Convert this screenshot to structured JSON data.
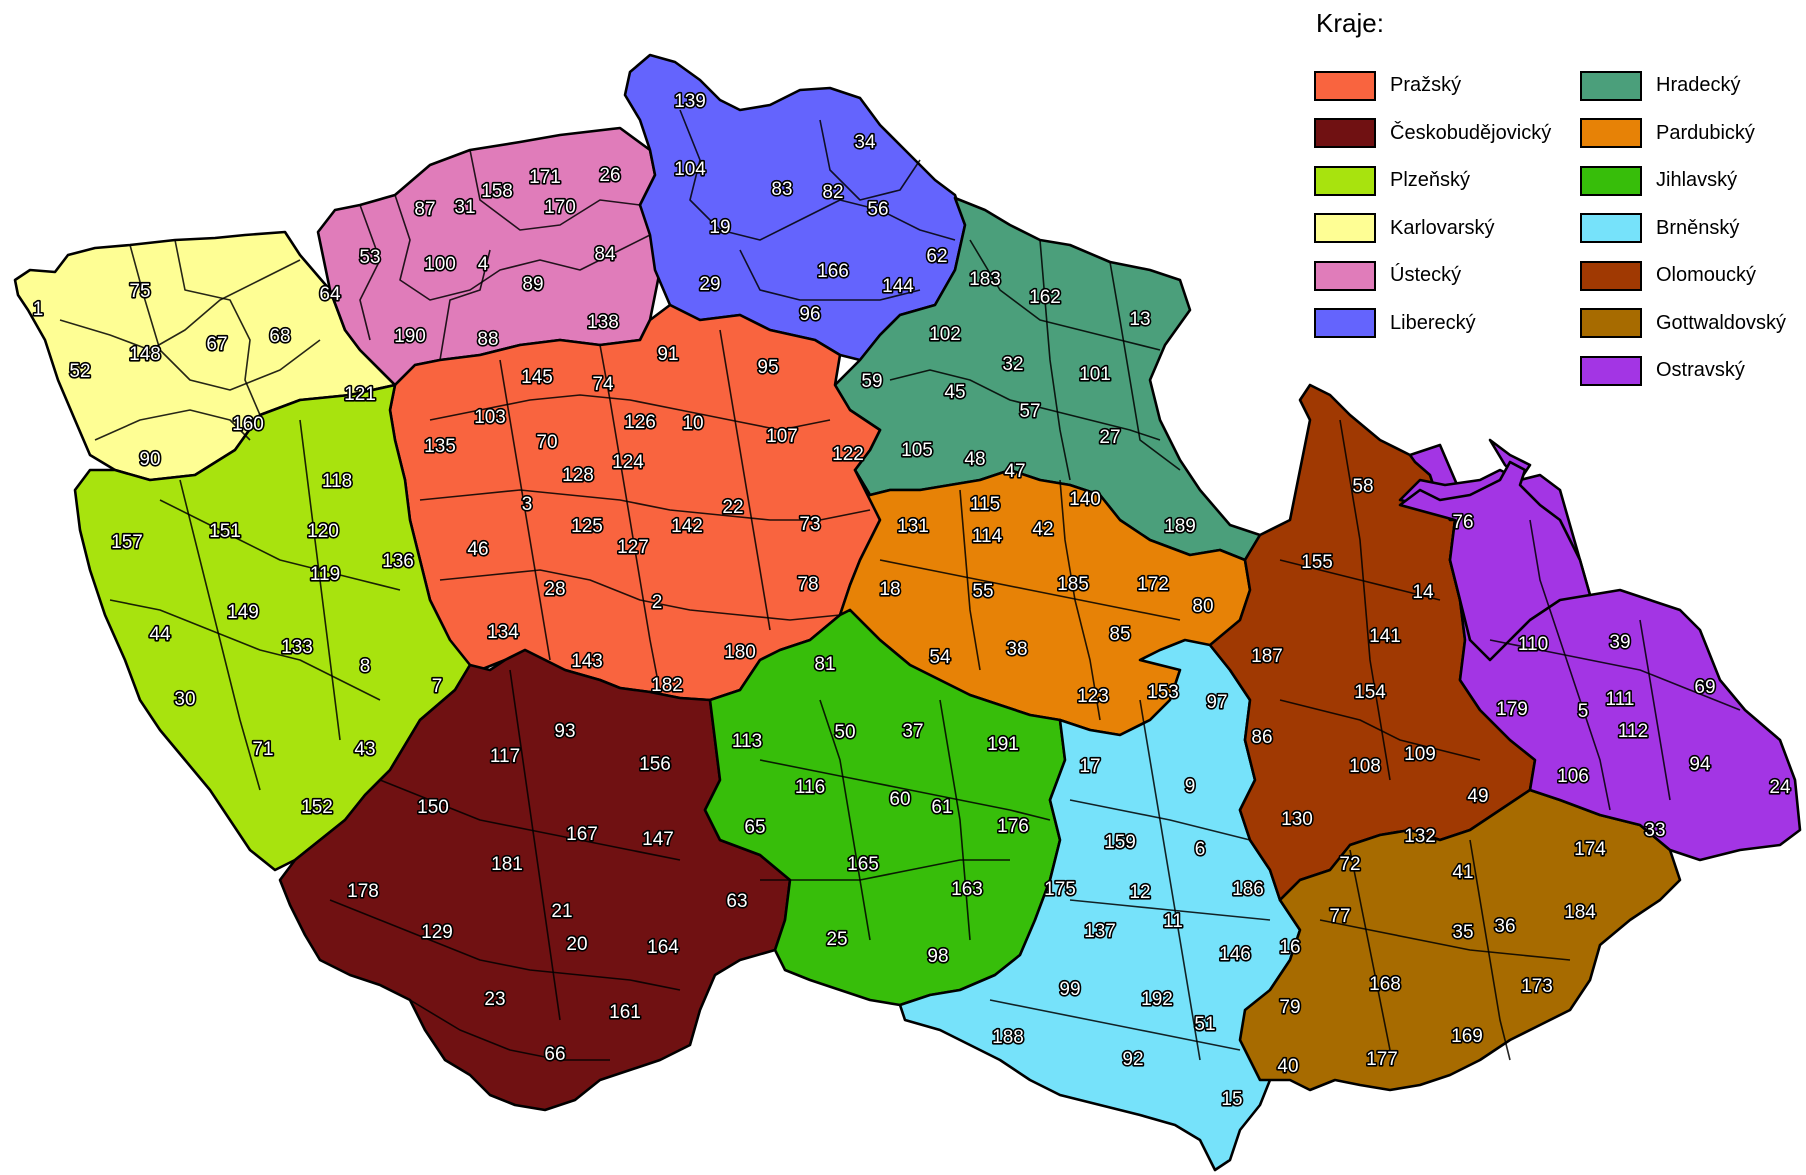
{
  "legend": {
    "title": "Kraje:",
    "regions": [
      {
        "id": "prazsky",
        "label": "Pražský",
        "color": "#f9643f"
      },
      {
        "id": "ceskobudejovicky",
        "label": "Českobudějovický",
        "color": "#701112"
      },
      {
        "id": "plzensky",
        "label": "Plzeňský",
        "color": "#a8e30e"
      },
      {
        "id": "karlovarsky",
        "label": "Karlovarský",
        "color": "#fefe94"
      },
      {
        "id": "ustecky",
        "label": "Ústecký",
        "color": "#e07cba"
      },
      {
        "id": "liberecky",
        "label": "Liberecký",
        "color": "#6464fd"
      },
      {
        "id": "hradecky",
        "label": "Hradecký",
        "color": "#4b9f7b"
      },
      {
        "id": "pardubicky",
        "label": "Pardubický",
        "color": "#e78206"
      },
      {
        "id": "jihlavsky",
        "label": "Jihlavský",
        "color": "#37be0a"
      },
      {
        "id": "brnensky",
        "label": "Brněnský",
        "color": "#76e2fa"
      },
      {
        "id": "olomoucky",
        "label": "Olomoucký",
        "color": "#a03902"
      },
      {
        "id": "gottwaldovsky",
        "label": "Gottwaldovský",
        "color": "#a76b00"
      },
      {
        "id": "ostravsky",
        "label": "Ostravský",
        "color": "#a335e4"
      }
    ]
  },
  "districts": [
    {
      "n": "1",
      "region": "karlovarsky"
    },
    {
      "n": "75",
      "region": "karlovarsky"
    },
    {
      "n": "64",
      "region": "karlovarsky"
    },
    {
      "n": "148",
      "region": "karlovarsky"
    },
    {
      "n": "67",
      "region": "karlovarsky"
    },
    {
      "n": "68",
      "region": "karlovarsky"
    },
    {
      "n": "52",
      "region": "karlovarsky"
    },
    {
      "n": "121",
      "region": "karlovarsky"
    },
    {
      "n": "160",
      "region": "karlovarsky"
    },
    {
      "n": "90",
      "region": "karlovarsky"
    },
    {
      "n": "53",
      "region": "ustecky"
    },
    {
      "n": "87",
      "region": "ustecky"
    },
    {
      "n": "31",
      "region": "ustecky"
    },
    {
      "n": "158",
      "region": "ustecky"
    },
    {
      "n": "171",
      "region": "ustecky"
    },
    {
      "n": "170",
      "region": "ustecky"
    },
    {
      "n": "26",
      "region": "ustecky"
    },
    {
      "n": "100",
      "region": "ustecky"
    },
    {
      "n": "4",
      "region": "ustecky"
    },
    {
      "n": "89",
      "region": "ustecky"
    },
    {
      "n": "84",
      "region": "ustecky"
    },
    {
      "n": "190",
      "region": "ustecky"
    },
    {
      "n": "88",
      "region": "ustecky"
    },
    {
      "n": "138",
      "region": "ustecky"
    },
    {
      "n": "139",
      "region": "liberecky"
    },
    {
      "n": "104",
      "region": "liberecky"
    },
    {
      "n": "34",
      "region": "liberecky"
    },
    {
      "n": "83",
      "region": "liberecky"
    },
    {
      "n": "82",
      "region": "liberecky"
    },
    {
      "n": "56",
      "region": "liberecky"
    },
    {
      "n": "19",
      "region": "liberecky"
    },
    {
      "n": "62",
      "region": "liberecky"
    },
    {
      "n": "166",
      "region": "liberecky"
    },
    {
      "n": "29",
      "region": "liberecky"
    },
    {
      "n": "144",
      "region": "liberecky"
    },
    {
      "n": "96",
      "region": "liberecky"
    },
    {
      "n": "183",
      "region": "hradecky"
    },
    {
      "n": "162",
      "region": "hradecky"
    },
    {
      "n": "13",
      "region": "hradecky"
    },
    {
      "n": "102",
      "region": "hradecky"
    },
    {
      "n": "59",
      "region": "hradecky"
    },
    {
      "n": "32",
      "region": "hradecky"
    },
    {
      "n": "45",
      "region": "hradecky"
    },
    {
      "n": "101",
      "region": "hradecky"
    },
    {
      "n": "57",
      "region": "hradecky"
    },
    {
      "n": "105",
      "region": "hradecky"
    },
    {
      "n": "27",
      "region": "hradecky"
    },
    {
      "n": "48",
      "region": "hradecky"
    },
    {
      "n": "47",
      "region": "hradecky"
    },
    {
      "n": "140",
      "region": "hradecky"
    },
    {
      "n": "189",
      "region": "hradecky"
    },
    {
      "n": "91",
      "region": "prazsky"
    },
    {
      "n": "95",
      "region": "prazsky"
    },
    {
      "n": "145",
      "region": "prazsky"
    },
    {
      "n": "74",
      "region": "prazsky"
    },
    {
      "n": "103",
      "region": "prazsky"
    },
    {
      "n": "126",
      "region": "prazsky"
    },
    {
      "n": "10",
      "region": "prazsky"
    },
    {
      "n": "107",
      "region": "prazsky"
    },
    {
      "n": "135",
      "region": "prazsky"
    },
    {
      "n": "70",
      "region": "prazsky"
    },
    {
      "n": "124",
      "region": "prazsky"
    },
    {
      "n": "122",
      "region": "prazsky"
    },
    {
      "n": "128",
      "region": "prazsky"
    },
    {
      "n": "3",
      "region": "prazsky"
    },
    {
      "n": "22",
      "region": "prazsky"
    },
    {
      "n": "125",
      "region": "prazsky"
    },
    {
      "n": "142",
      "region": "prazsky"
    },
    {
      "n": "73",
      "region": "prazsky"
    },
    {
      "n": "127",
      "region": "prazsky"
    },
    {
      "n": "46",
      "region": "prazsky"
    },
    {
      "n": "28",
      "region": "prazsky"
    },
    {
      "n": "78",
      "region": "prazsky"
    },
    {
      "n": "2",
      "region": "prazsky"
    },
    {
      "n": "134",
      "region": "prazsky"
    },
    {
      "n": "143",
      "region": "prazsky"
    },
    {
      "n": "180",
      "region": "prazsky"
    },
    {
      "n": "182",
      "region": "prazsky"
    },
    {
      "n": "118",
      "region": "plzensky"
    },
    {
      "n": "157",
      "region": "plzensky"
    },
    {
      "n": "151",
      "region": "plzensky"
    },
    {
      "n": "120",
      "region": "plzensky"
    },
    {
      "n": "136",
      "region": "plzensky"
    },
    {
      "n": "119",
      "region": "plzensky"
    },
    {
      "n": "149",
      "region": "plzensky"
    },
    {
      "n": "44",
      "region": "plzensky"
    },
    {
      "n": "133",
      "region": "plzensky"
    },
    {
      "n": "8",
      "region": "plzensky"
    },
    {
      "n": "7",
      "region": "plzensky"
    },
    {
      "n": "30",
      "region": "plzensky"
    },
    {
      "n": "71",
      "region": "plzensky"
    },
    {
      "n": "43",
      "region": "plzensky"
    },
    {
      "n": "152",
      "region": "plzensky"
    },
    {
      "n": "93",
      "region": "ceskobudejovicky"
    },
    {
      "n": "117",
      "region": "ceskobudejovicky"
    },
    {
      "n": "156",
      "region": "ceskobudejovicky"
    },
    {
      "n": "150",
      "region": "ceskobudejovicky"
    },
    {
      "n": "167",
      "region": "ceskobudejovicky"
    },
    {
      "n": "147",
      "region": "ceskobudejovicky"
    },
    {
      "n": "181",
      "region": "ceskobudejovicky"
    },
    {
      "n": "178",
      "region": "ceskobudejovicky"
    },
    {
      "n": "63",
      "region": "ceskobudejovicky"
    },
    {
      "n": "21",
      "region": "ceskobudejovicky"
    },
    {
      "n": "129",
      "region": "ceskobudejovicky"
    },
    {
      "n": "20",
      "region": "ceskobudejovicky"
    },
    {
      "n": "164",
      "region": "ceskobudejovicky"
    },
    {
      "n": "23",
      "region": "ceskobudejovicky"
    },
    {
      "n": "161",
      "region": "ceskobudejovicky"
    },
    {
      "n": "66",
      "region": "ceskobudejovicky"
    },
    {
      "n": "131",
      "region": "pardubicky"
    },
    {
      "n": "115",
      "region": "pardubicky"
    },
    {
      "n": "114",
      "region": "pardubicky"
    },
    {
      "n": "42",
      "region": "pardubicky"
    },
    {
      "n": "18",
      "region": "pardubicky"
    },
    {
      "n": "55",
      "region": "pardubicky"
    },
    {
      "n": "185",
      "region": "pardubicky"
    },
    {
      "n": "172",
      "region": "pardubicky"
    },
    {
      "n": "80",
      "region": "pardubicky"
    },
    {
      "n": "54",
      "region": "pardubicky"
    },
    {
      "n": "38",
      "region": "pardubicky"
    },
    {
      "n": "85",
      "region": "pardubicky"
    },
    {
      "n": "123",
      "region": "pardubicky"
    },
    {
      "n": "81",
      "region": "jihlavsky"
    },
    {
      "n": "113",
      "region": "jihlavsky"
    },
    {
      "n": "50",
      "region": "jihlavsky"
    },
    {
      "n": "37",
      "region": "jihlavsky"
    },
    {
      "n": "191",
      "region": "jihlavsky"
    },
    {
      "n": "116",
      "region": "jihlavsky"
    },
    {
      "n": "60",
      "region": "jihlavsky"
    },
    {
      "n": "61",
      "region": "jihlavsky"
    },
    {
      "n": "65",
      "region": "jihlavsky"
    },
    {
      "n": "176",
      "region": "jihlavsky"
    },
    {
      "n": "165",
      "region": "jihlavsky"
    },
    {
      "n": "163",
      "region": "jihlavsky"
    },
    {
      "n": "25",
      "region": "jihlavsky"
    },
    {
      "n": "98",
      "region": "jihlavsky"
    },
    {
      "n": "153",
      "region": "brnensky"
    },
    {
      "n": "97",
      "region": "brnensky"
    },
    {
      "n": "17",
      "region": "brnensky"
    },
    {
      "n": "9",
      "region": "brnensky"
    },
    {
      "n": "159",
      "region": "brnensky"
    },
    {
      "n": "6",
      "region": "brnensky"
    },
    {
      "n": "175",
      "region": "brnensky"
    },
    {
      "n": "12",
      "region": "brnensky"
    },
    {
      "n": "186",
      "region": "brnensky"
    },
    {
      "n": "137",
      "region": "brnensky"
    },
    {
      "n": "11",
      "region": "brnensky"
    },
    {
      "n": "146",
      "region": "brnensky"
    },
    {
      "n": "16",
      "region": "brnensky"
    },
    {
      "n": "99",
      "region": "brnensky"
    },
    {
      "n": "192",
      "region": "brnensky"
    },
    {
      "n": "51",
      "region": "brnensky"
    },
    {
      "n": "188",
      "region": "brnensky"
    },
    {
      "n": "92",
      "region": "brnensky"
    },
    {
      "n": "15",
      "region": "brnensky"
    },
    {
      "n": "58",
      "region": "olomoucky"
    },
    {
      "n": "155",
      "region": "olomoucky"
    },
    {
      "n": "14",
      "region": "olomoucky"
    },
    {
      "n": "187",
      "region": "olomoucky"
    },
    {
      "n": "141",
      "region": "olomoucky"
    },
    {
      "n": "154",
      "region": "olomoucky"
    },
    {
      "n": "86",
      "region": "olomoucky"
    },
    {
      "n": "108",
      "region": "olomoucky"
    },
    {
      "n": "109",
      "region": "olomoucky"
    },
    {
      "n": "49",
      "region": "olomoucky"
    },
    {
      "n": "130",
      "region": "olomoucky"
    },
    {
      "n": "132",
      "region": "olomoucky"
    },
    {
      "n": "72",
      "region": "olomoucky"
    },
    {
      "n": "174",
      "region": "gottwaldovsky"
    },
    {
      "n": "41",
      "region": "gottwaldovsky"
    },
    {
      "n": "77",
      "region": "gottwaldovsky"
    },
    {
      "n": "35",
      "region": "gottwaldovsky"
    },
    {
      "n": "36",
      "region": "gottwaldovsky"
    },
    {
      "n": "184",
      "region": "gottwaldovsky"
    },
    {
      "n": "168",
      "region": "gottwaldovsky"
    },
    {
      "n": "173",
      "region": "gottwaldovsky"
    },
    {
      "n": "79",
      "region": "gottwaldovsky"
    },
    {
      "n": "169",
      "region": "gottwaldovsky"
    },
    {
      "n": "177",
      "region": "gottwaldovsky"
    },
    {
      "n": "40",
      "region": "gottwaldovsky"
    },
    {
      "n": "76",
      "region": "ostravsky"
    },
    {
      "n": "110",
      "region": "ostravsky"
    },
    {
      "n": "39",
      "region": "ostravsky"
    },
    {
      "n": "179",
      "region": "ostravsky"
    },
    {
      "n": "5",
      "region": "ostravsky"
    },
    {
      "n": "111",
      "region": "ostravsky"
    },
    {
      "n": "69",
      "region": "ostravsky"
    },
    {
      "n": "112",
      "region": "ostravsky"
    },
    {
      "n": "94",
      "region": "ostravsky"
    },
    {
      "n": "106",
      "region": "ostravsky"
    },
    {
      "n": "24",
      "region": "ostravsky"
    },
    {
      "n": "33",
      "region": "ostravsky"
    }
  ]
}
